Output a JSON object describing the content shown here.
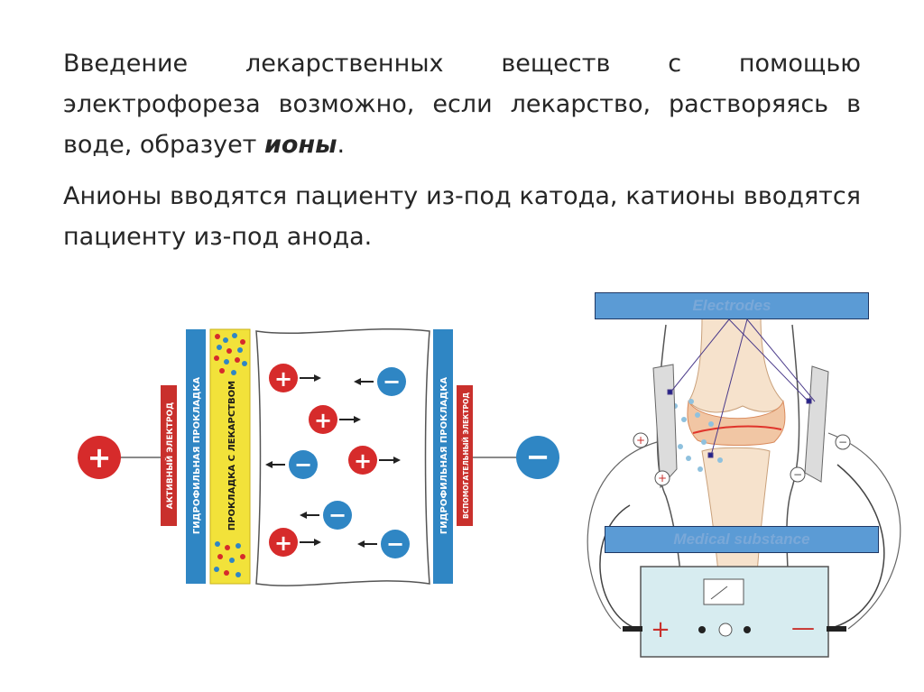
{
  "text": {
    "paragraph1_before": "Введение лекарственных веществ с помощью электрофореза возможно, если лекарство, растворяясь в воде, образует ",
    "paragraph1_emphasis": "ионы",
    "paragraph1_after": ".",
    "paragraph2": "Анионы вводятся пациенту из-под катода, катионы вводятся пациенту из-под анода."
  },
  "left_diagram": {
    "active_electrode_label": "АКТИВНЫЙ ЭЛЕКТРОД",
    "hydrophilic_pad_left_label": "ГИДРОФИЛЬНАЯ ПРОКЛАДКА",
    "drug_pad_label": "ПРОКЛАДКА С ЛЕКАРСТВОМ",
    "hydrophilic_pad_right_label": "ГИДРОФИЛЬНАЯ ПРОКЛАДКА",
    "auxiliary_electrode_label": "ВСПОМОГАТЕЛЬНЫЙ ЭЛЕКТРОД",
    "positive_sign": "+",
    "negative_sign": "−",
    "colors": {
      "cation": "#d62b2b",
      "anion": "#2f86c4",
      "pad_blue": "#2f86c4",
      "drug_pad": "#f2e23a",
      "electrode_red": "#c9302c"
    }
  },
  "right_diagram": {
    "electrodes_label": "Electrodes",
    "medical_substance_label": "Medical substance",
    "plus_terminal": "+",
    "minus_terminal": "—",
    "electrode_plus_sign": "+",
    "electrode_minus_sign": "−"
  }
}
